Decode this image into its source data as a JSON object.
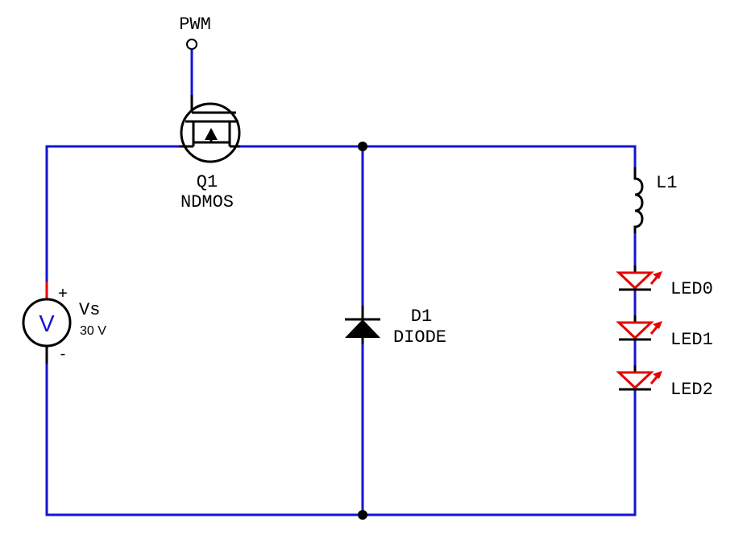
{
  "colors": {
    "wire": "#1414d2",
    "component": "#000000",
    "led": "#e60000",
    "voltmeter": "#1414d2"
  },
  "labels": {
    "pwm": "PWM",
    "q1_ref": "Q1",
    "q1_type": "NDMOS",
    "vs_ref": "Vs",
    "vs_value": "30 V",
    "vs_plus": "+",
    "vs_minus": "-",
    "vs_symbol": "V",
    "d1_ref": "D1",
    "d1_type": "DIODE",
    "l1_ref": "L1",
    "led0": "LED0",
    "led1": "LED1",
    "led2": "LED2"
  },
  "icons": {
    "source": "voltage-source-icon",
    "mosfet": "nmos-transistor-icon",
    "diode": "diode-icon",
    "inductor": "inductor-icon",
    "led": "led-icon"
  }
}
